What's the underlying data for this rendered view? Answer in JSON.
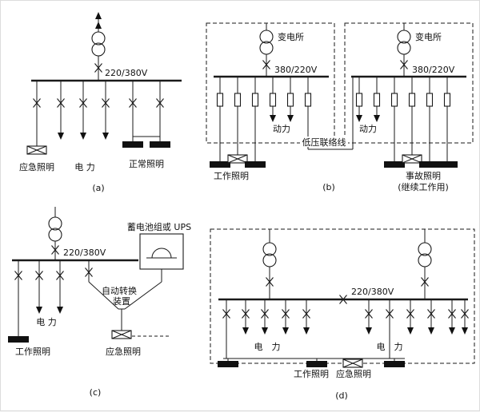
{
  "figure": {
    "captions": {
      "a": "(a)",
      "b": "(b)",
      "c": "(c)",
      "d": "(d)"
    }
  },
  "panel_a": {
    "bus_voltage": "220/380V",
    "emergency_lighting": "应急照明",
    "power": "电 力",
    "normal_lighting": "正常照明"
  },
  "panel_b": {
    "substation_left": "变电所",
    "substation_right": "变电所",
    "bus_voltage_left": "380/220V",
    "bus_voltage_right": "380/220V",
    "power_left": "动力",
    "power_right": "动力",
    "tie_line": "低压联络线",
    "working_lighting": "工作照明",
    "accident_lighting": "事故照明",
    "accident_note": "(继续工作用)"
  },
  "panel_c": {
    "bus_voltage": "220/380V",
    "ups": "蓄电池组或 UPS",
    "ats_line1": "自动转换",
    "ats_line2": "装置",
    "power": "电 力",
    "working_lighting": "工作照明",
    "emergency_lighting": "应急照明"
  },
  "panel_d": {
    "bus_voltage": "220/380V",
    "power_left": "电　力",
    "power_right": "电　力",
    "working_lighting": "工作照明",
    "emergency_lighting": "应急照明"
  },
  "icons": {
    "transformer": "two-stacked-circles",
    "switch": "x-cross-on-line",
    "fuse": "small-rectangle",
    "emergency_lamp": "box-with-x",
    "lighting_fixture": "solid-black-bar",
    "feeder_arrow": "triangle-down",
    "supply_arrow": "triangle-up"
  }
}
